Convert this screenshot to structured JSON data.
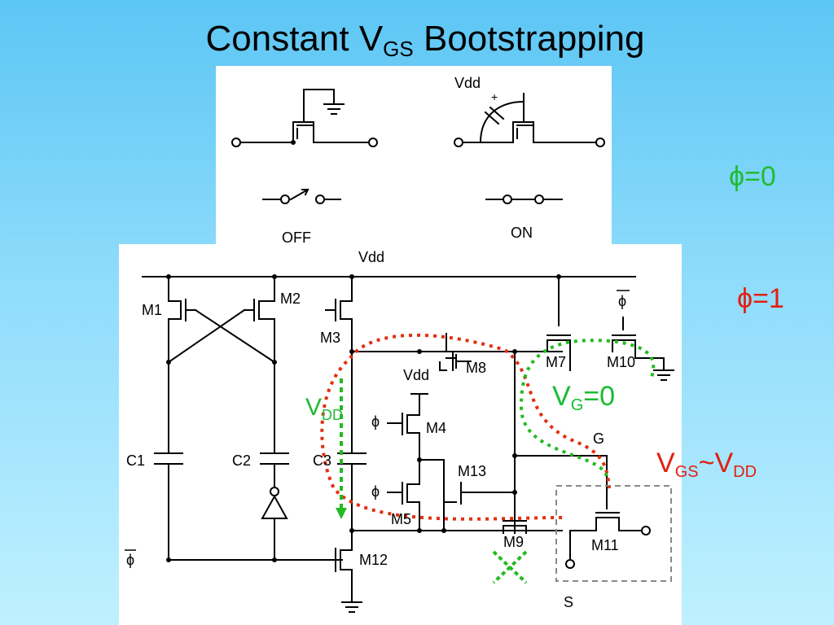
{
  "title": {
    "main": "Constant V",
    "sub": "GS",
    "rest": " Bootstrapping"
  },
  "switch_diagram": {
    "vdd_label": "Vdd",
    "cap_plus": "+",
    "cap_minus": "-",
    "off_label": "OFF",
    "on_label": "ON"
  },
  "circuit": {
    "vdd_label": "Vdd",
    "vdd_label_small": "Vdd",
    "transistors": {
      "m1": "M1",
      "m2": "M2",
      "m3": "M3",
      "m4": "M4",
      "m5": "M5",
      "m7": "M7",
      "m8": "M8",
      "m9": "M9",
      "m10": "M10",
      "m11": "M11",
      "m12": "M12",
      "m13": "M13"
    },
    "capacitors": {
      "c1": "C1",
      "c2": "C2",
      "c3": "C3"
    },
    "node_g": "G",
    "node_s": "S",
    "phi": "ϕ",
    "phi_bar": "ϕ"
  },
  "annotations": {
    "phi0": "ϕ=0",
    "phi1": "ϕ=1",
    "vg0_main": "V",
    "vg0_sub": "G",
    "vg0_rest": "=0",
    "vdd_main": "V",
    "vdd_sub": "DD",
    "vgs_main": "V",
    "vgs_sub": "GS",
    "vgs_mid": "~V",
    "vgs_sub2": "DD"
  },
  "colors": {
    "green_path": "#22bb22",
    "red_path": "#e03010"
  }
}
